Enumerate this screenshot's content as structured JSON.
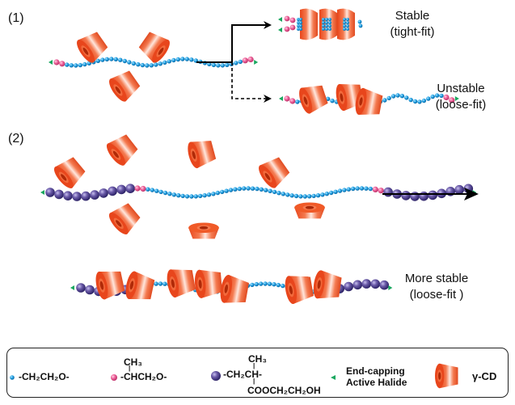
{
  "sections": {
    "one": "(1)",
    "two": "(2)"
  },
  "outcomes": {
    "stable": {
      "line1": "Stable",
      "line2": "(tight-fit)"
    },
    "unstable": {
      "line1": "Unstable",
      "line2": "(loose-fit)"
    },
    "more_stable": {
      "line1": "More stable",
      "line2": "(loose-fit )"
    }
  },
  "legend": {
    "items": [
      {
        "icon": "blue-bead",
        "label": "-CH₂CH₂O-"
      },
      {
        "icon": "pink-bead",
        "top": "CH₃",
        "label": "-CHCH₂O-"
      },
      {
        "icon": "purple-bead",
        "top": "CH₃",
        "label": "-CH₂CH-",
        "bottom": "COOCH₂CH₂OH"
      },
      {
        "icon": "green-triangle",
        "label": "End-capping",
        "label2": "Active Halide"
      },
      {
        "icon": "cyclodextrin-ring",
        "label": "γ-CD"
      }
    ]
  },
  "colors": {
    "peo_bead": "#2aa8e8",
    "ppo_bead": "#f06aa0",
    "pmma_bead": "#6a5aa8",
    "end_cap": "#1aa860",
    "cd_ring": "#f05a28",
    "arrow": "#000000"
  }
}
